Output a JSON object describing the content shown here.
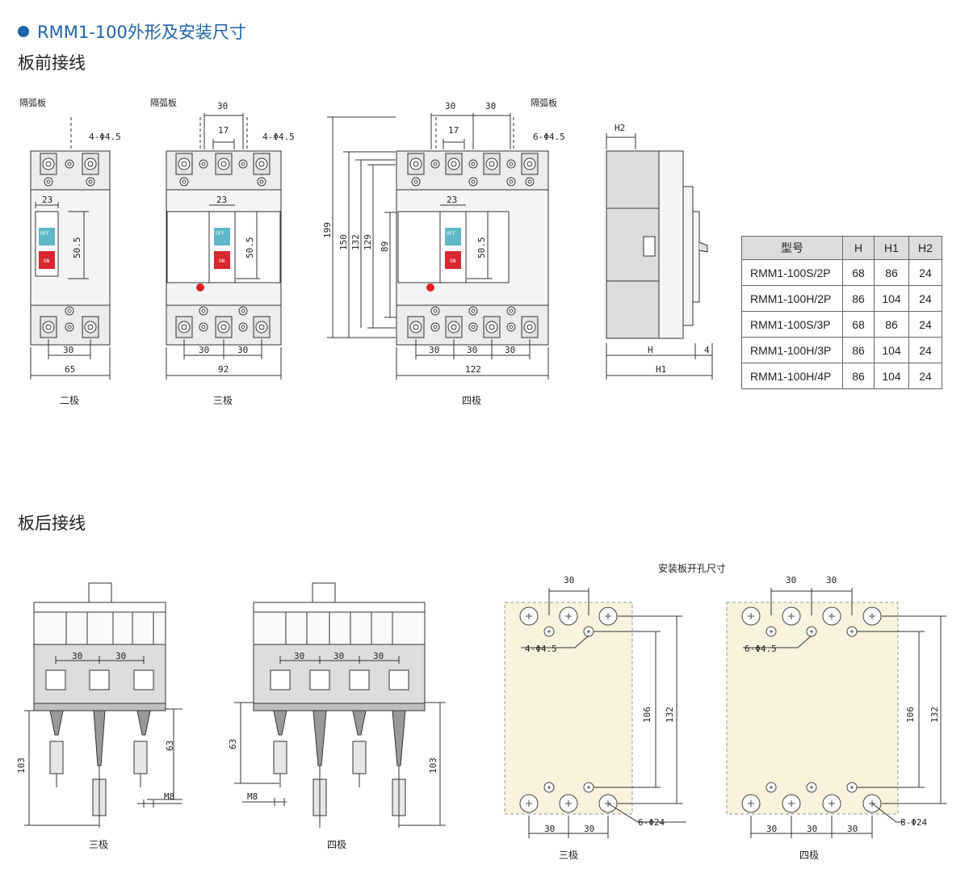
{
  "header": {
    "title": "RMM1-100外形及安装尺寸"
  },
  "sections": {
    "front": "板前接线",
    "rear": "板后接线"
  },
  "front": {
    "arc_plate": "隔弧板",
    "holes_4": "4-Φ4.5",
    "holes_6": "6-Φ4.5",
    "dims": {
      "d30": "30",
      "d17": "17",
      "d23": "23",
      "d505": "50.5",
      "w65": "65",
      "w92": "92",
      "w122": "122",
      "h199": "199",
      "h150": "150",
      "h132": "132",
      "h129": "129",
      "h89": "89",
      "H2": "H2",
      "H": "H",
      "H1": "H1",
      "d4": "4"
    },
    "off": "OFF",
    "on": "ON",
    "captions": {
      "two": "二极",
      "three": "三极",
      "four": "四极"
    }
  },
  "spec_table": {
    "headers": [
      "型号",
      "H",
      "H1",
      "H2"
    ],
    "rows": [
      [
        "RMM1-100S/2P",
        "68",
        "86",
        "24"
      ],
      [
        "RMM1-100H/2P",
        "86",
        "104",
        "24"
      ],
      [
        "RMM1-100S/3P",
        "68",
        "86",
        "24"
      ],
      [
        "RMM1-100H/3P",
        "86",
        "104",
        "24"
      ],
      [
        "RMM1-100H/4P",
        "86",
        "104",
        "24"
      ]
    ]
  },
  "rear": {
    "dims": {
      "d30": "30",
      "h63": "63",
      "h103": "103",
      "m8": "M8",
      "h106": "106",
      "h132": "132"
    },
    "plate_title": "安装板开孔尺寸",
    "holes_4": "4-Φ4.5",
    "holes_6": "6-Φ4.5",
    "holes_6_24": "6-Φ24",
    "holes_8_24": "8-Φ24",
    "captions": {
      "three": "三极",
      "four": "四极",
      "plate_three": "三极",
      "plate_four": "四极"
    }
  },
  "colors": {
    "accent": "#1f63a8",
    "off": "#5fb7c7",
    "on": "#d8272f",
    "red_dot": "#e01e26",
    "plate": "#f7f3dc",
    "body_gray": "#dcdcdc"
  }
}
